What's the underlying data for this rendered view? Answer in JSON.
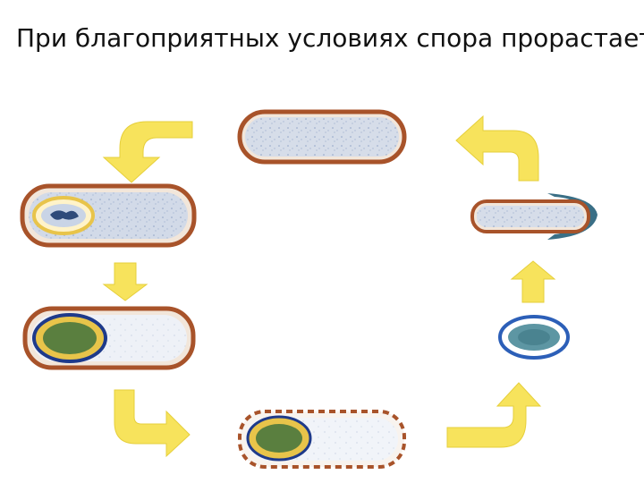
{
  "slide": {
    "title": "При благоприятных условиях спора прорастает."
  },
  "colors": {
    "arrow_fill": "#f7e35c",
    "cell_wall": "#a8532a",
    "cytoplasm": "#cfd8e6",
    "spore_coat_yellow": "#e8c44a",
    "spore_core_green": "#5a7f3f",
    "spore_ring_blue": "#1e3a8a",
    "germ_teal": "#3a6f86"
  },
  "stages": [
    {
      "name": "vegetative-cell",
      "icon": "rod-bacterium"
    },
    {
      "name": "forespore-forming-cell",
      "icon": "rod-with-forespore"
    },
    {
      "name": "cell-with-mature-spore",
      "icon": "rod-with-green-spore"
    },
    {
      "name": "sporangium-with-spore",
      "icon": "dashed-rod-with-spore"
    },
    {
      "name": "free-spore",
      "icon": "oval-spore"
    },
    {
      "name": "germinating-cell",
      "icon": "rod-emerging-from-coat"
    }
  ]
}
